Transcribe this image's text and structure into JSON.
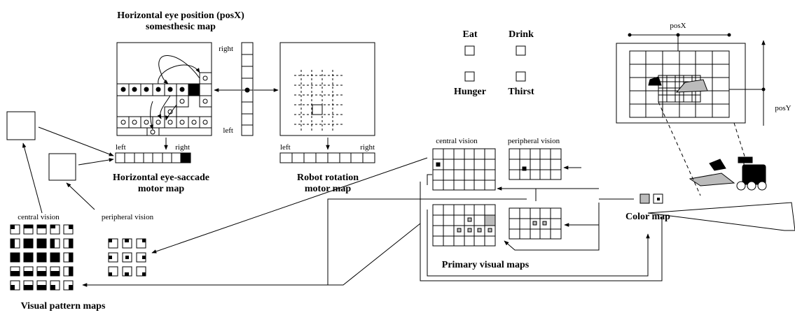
{
  "labels": {
    "posx_title_1": "Horizontal eye position (posX)",
    "posx_title_2": "somesthesic map",
    "right": "right",
    "left": "left",
    "left_saccade": "left",
    "right_saccade": "right",
    "left_rot": "left",
    "right_rot": "right",
    "saccade_title_1": "Horizontal eye-saccade",
    "saccade_title_2": "motor map",
    "rotation_title_1": "Robot rotation",
    "rotation_title_2": "motor map",
    "central_vision_left": "central vision",
    "peripheral_vision_left": "peripheral vision",
    "visual_pattern_maps": "Visual pattern maps",
    "eat": "Eat",
    "drink": "Drink",
    "hunger": "Hunger",
    "thirst": "Thirst",
    "central_vision_right": "central vision",
    "peripheral_vision_right": "peripheral vision",
    "color_map": "Color map",
    "primary_visual_maps": "Primary visual maps",
    "posx": "posX",
    "posy": "posY"
  }
}
